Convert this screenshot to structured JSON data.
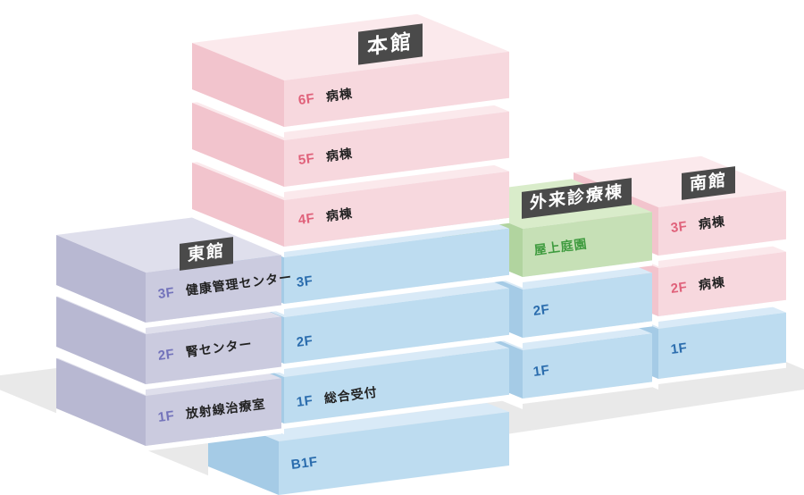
{
  "colors": {
    "plate_bg": "#4a4a4a",
    "plate_text": "#ffffff",
    "floor_text": "#222222",
    "ground": "#e9e9e9",
    "gap": "#ffffff",
    "pink": {
      "front": "#f7d8de",
      "side": "#f2c4cd",
      "top": "#fbe9ec",
      "num": "#e0617a"
    },
    "blue": {
      "front": "#bddcf0",
      "side": "#a5cbe6",
      "top": "#d9eaf7",
      "num": "#2a6cad"
    },
    "purple": {
      "front": "#cbcbdf",
      "side": "#b8b8d2",
      "top": "#dfdfec",
      "num": "#7373bb"
    },
    "green": {
      "front": "#c6e0b6",
      "side": "#b1d49f",
      "top": "#d9ecca",
      "num": "#3f9b3f"
    }
  },
  "buildings": {
    "honkan": {
      "label": "本館",
      "floors": [
        {
          "num": "6F",
          "name": "病棟"
        },
        {
          "num": "5F",
          "name": "病棟"
        },
        {
          "num": "4F",
          "name": "病棟"
        }
      ]
    },
    "higashikan": {
      "label": "東館",
      "floors": [
        {
          "num": "3F",
          "name": "健康管理センター"
        },
        {
          "num": "2F",
          "name": "腎センター"
        },
        {
          "num": "1F",
          "name": "放射線治療室"
        }
      ]
    },
    "chuo": {
      "floors": [
        {
          "num": "3F",
          "name": ""
        },
        {
          "num": "2F",
          "name": ""
        },
        {
          "num": "1F",
          "name": "総合受付"
        },
        {
          "num": "B1F",
          "name": ""
        }
      ]
    },
    "gairai": {
      "label": "外来診療棟",
      "floors": [
        {
          "num": "",
          "name": "屋上庭園"
        },
        {
          "num": "2F",
          "name": ""
        },
        {
          "num": "1F",
          "name": ""
        }
      ]
    },
    "minamikan": {
      "label": "南館",
      "floors": [
        {
          "num": "3F",
          "name": "病棟"
        },
        {
          "num": "2F",
          "name": "病棟"
        },
        {
          "num": "1F",
          "name": ""
        }
      ]
    }
  }
}
